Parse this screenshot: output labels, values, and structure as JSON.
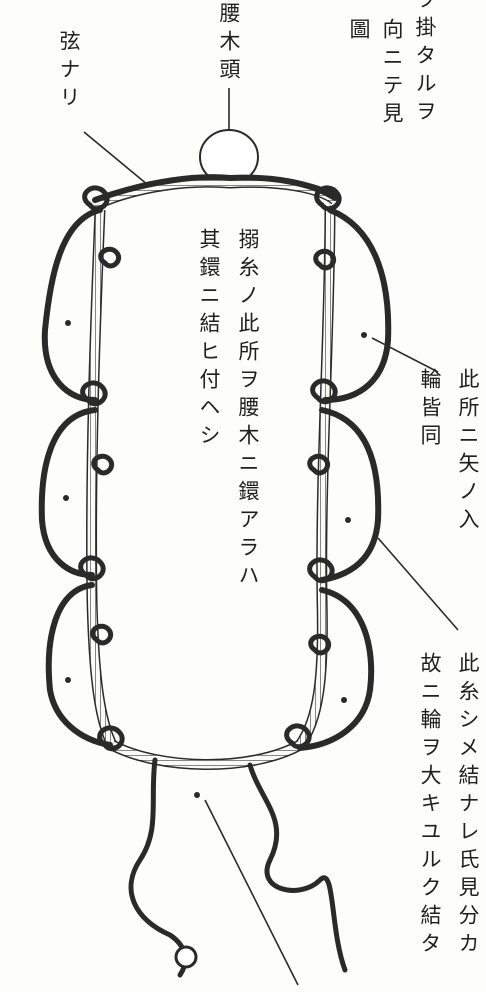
{
  "labels": {
    "bowstring": "弦ナリ",
    "waist_head": "腰木頭",
    "top_right_col1": "ヲ掛タルヲ",
    "top_right_col2": "向ニテ見",
    "top_right_col3": "圖",
    "center_col1": "搦糸ノ此所ヲ腰木ニ鐶アラハ",
    "center_col2": "其鐶ニ結ヒ付ヘシ",
    "arrow_col1": "此所ニ矢ノ入",
    "arrow_col2": "輪皆同",
    "knot_col1": "此糸シメ結ナレ氏見分カ",
    "knot_col2": "故ニ輪ヲ大キユルク結タ"
  },
  "colors": {
    "ink": "#2a2a2a",
    "paper": "#fdfdfb",
    "string_hatch": "#555555"
  }
}
